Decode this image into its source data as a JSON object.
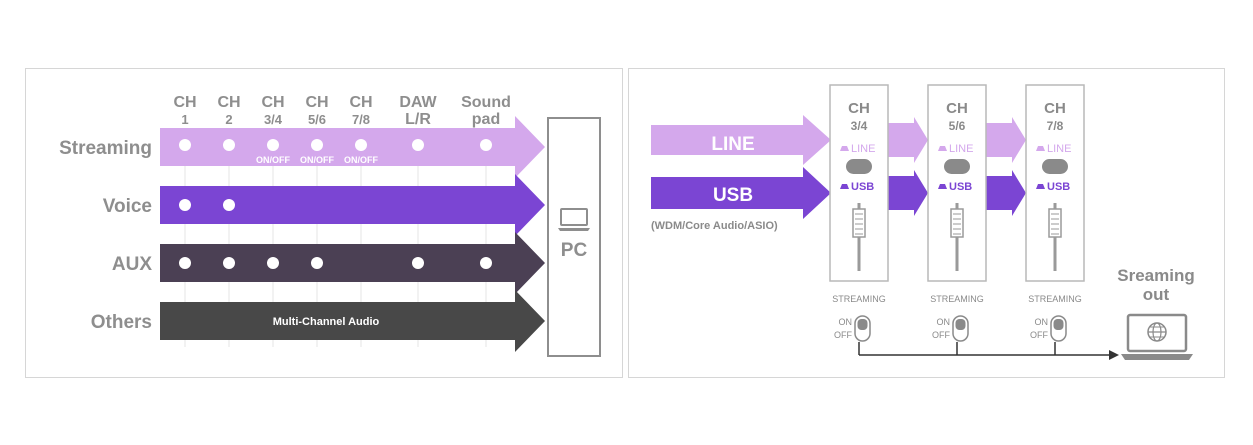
{
  "left": {
    "channels": [
      {
        "line1": "CH",
        "line2": "1"
      },
      {
        "line1": "CH",
        "line2": "2"
      },
      {
        "line1": "CH",
        "line2": "3/4"
      },
      {
        "line1": "CH",
        "line2": "5/6"
      },
      {
        "line1": "CH",
        "line2": "7/8"
      },
      {
        "line1": "DAW",
        "line2": "L/R"
      },
      {
        "line1": "Sound",
        "line2": "pad"
      }
    ],
    "buses": [
      {
        "label": "Streaming",
        "color": "#d4a8ec",
        "dots": [
          true,
          true,
          true,
          true,
          true,
          true,
          true
        ],
        "onoff": [
          false,
          false,
          true,
          true,
          true,
          false,
          false
        ]
      },
      {
        "label": "Voice",
        "color": "#7b45d3",
        "dots": [
          true,
          true,
          false,
          false,
          false,
          false,
          false
        ]
      },
      {
        "label": "AUX",
        "color": "#4b4054",
        "dots": [
          true,
          true,
          true,
          true,
          false,
          true,
          true
        ]
      },
      {
        "label": "Others",
        "color": "#484848",
        "text": "Multi-Channel Audio"
      }
    ],
    "onoff_label": "ON/OFF",
    "pc_label": "PC"
  },
  "right": {
    "line_label": "LINE",
    "usb_label": "USB",
    "usb_sub": "(WDM/Core Audio/ASIO)",
    "strips": [
      {
        "ch": "CH",
        "num": "3/4"
      },
      {
        "ch": "CH",
        "num": "5/6"
      },
      {
        "ch": "CH",
        "num": "7/8"
      }
    ],
    "strip_line": "LINE",
    "strip_usb": "USB",
    "streaming_label": "STREAMING",
    "on_label": "ON",
    "off_label": "OFF",
    "out_line1": "Sreaming",
    "out_line2": "out",
    "colors": {
      "line": "#d4a8ec",
      "usb": "#7b45d3",
      "label": "#8a8a8a"
    }
  }
}
